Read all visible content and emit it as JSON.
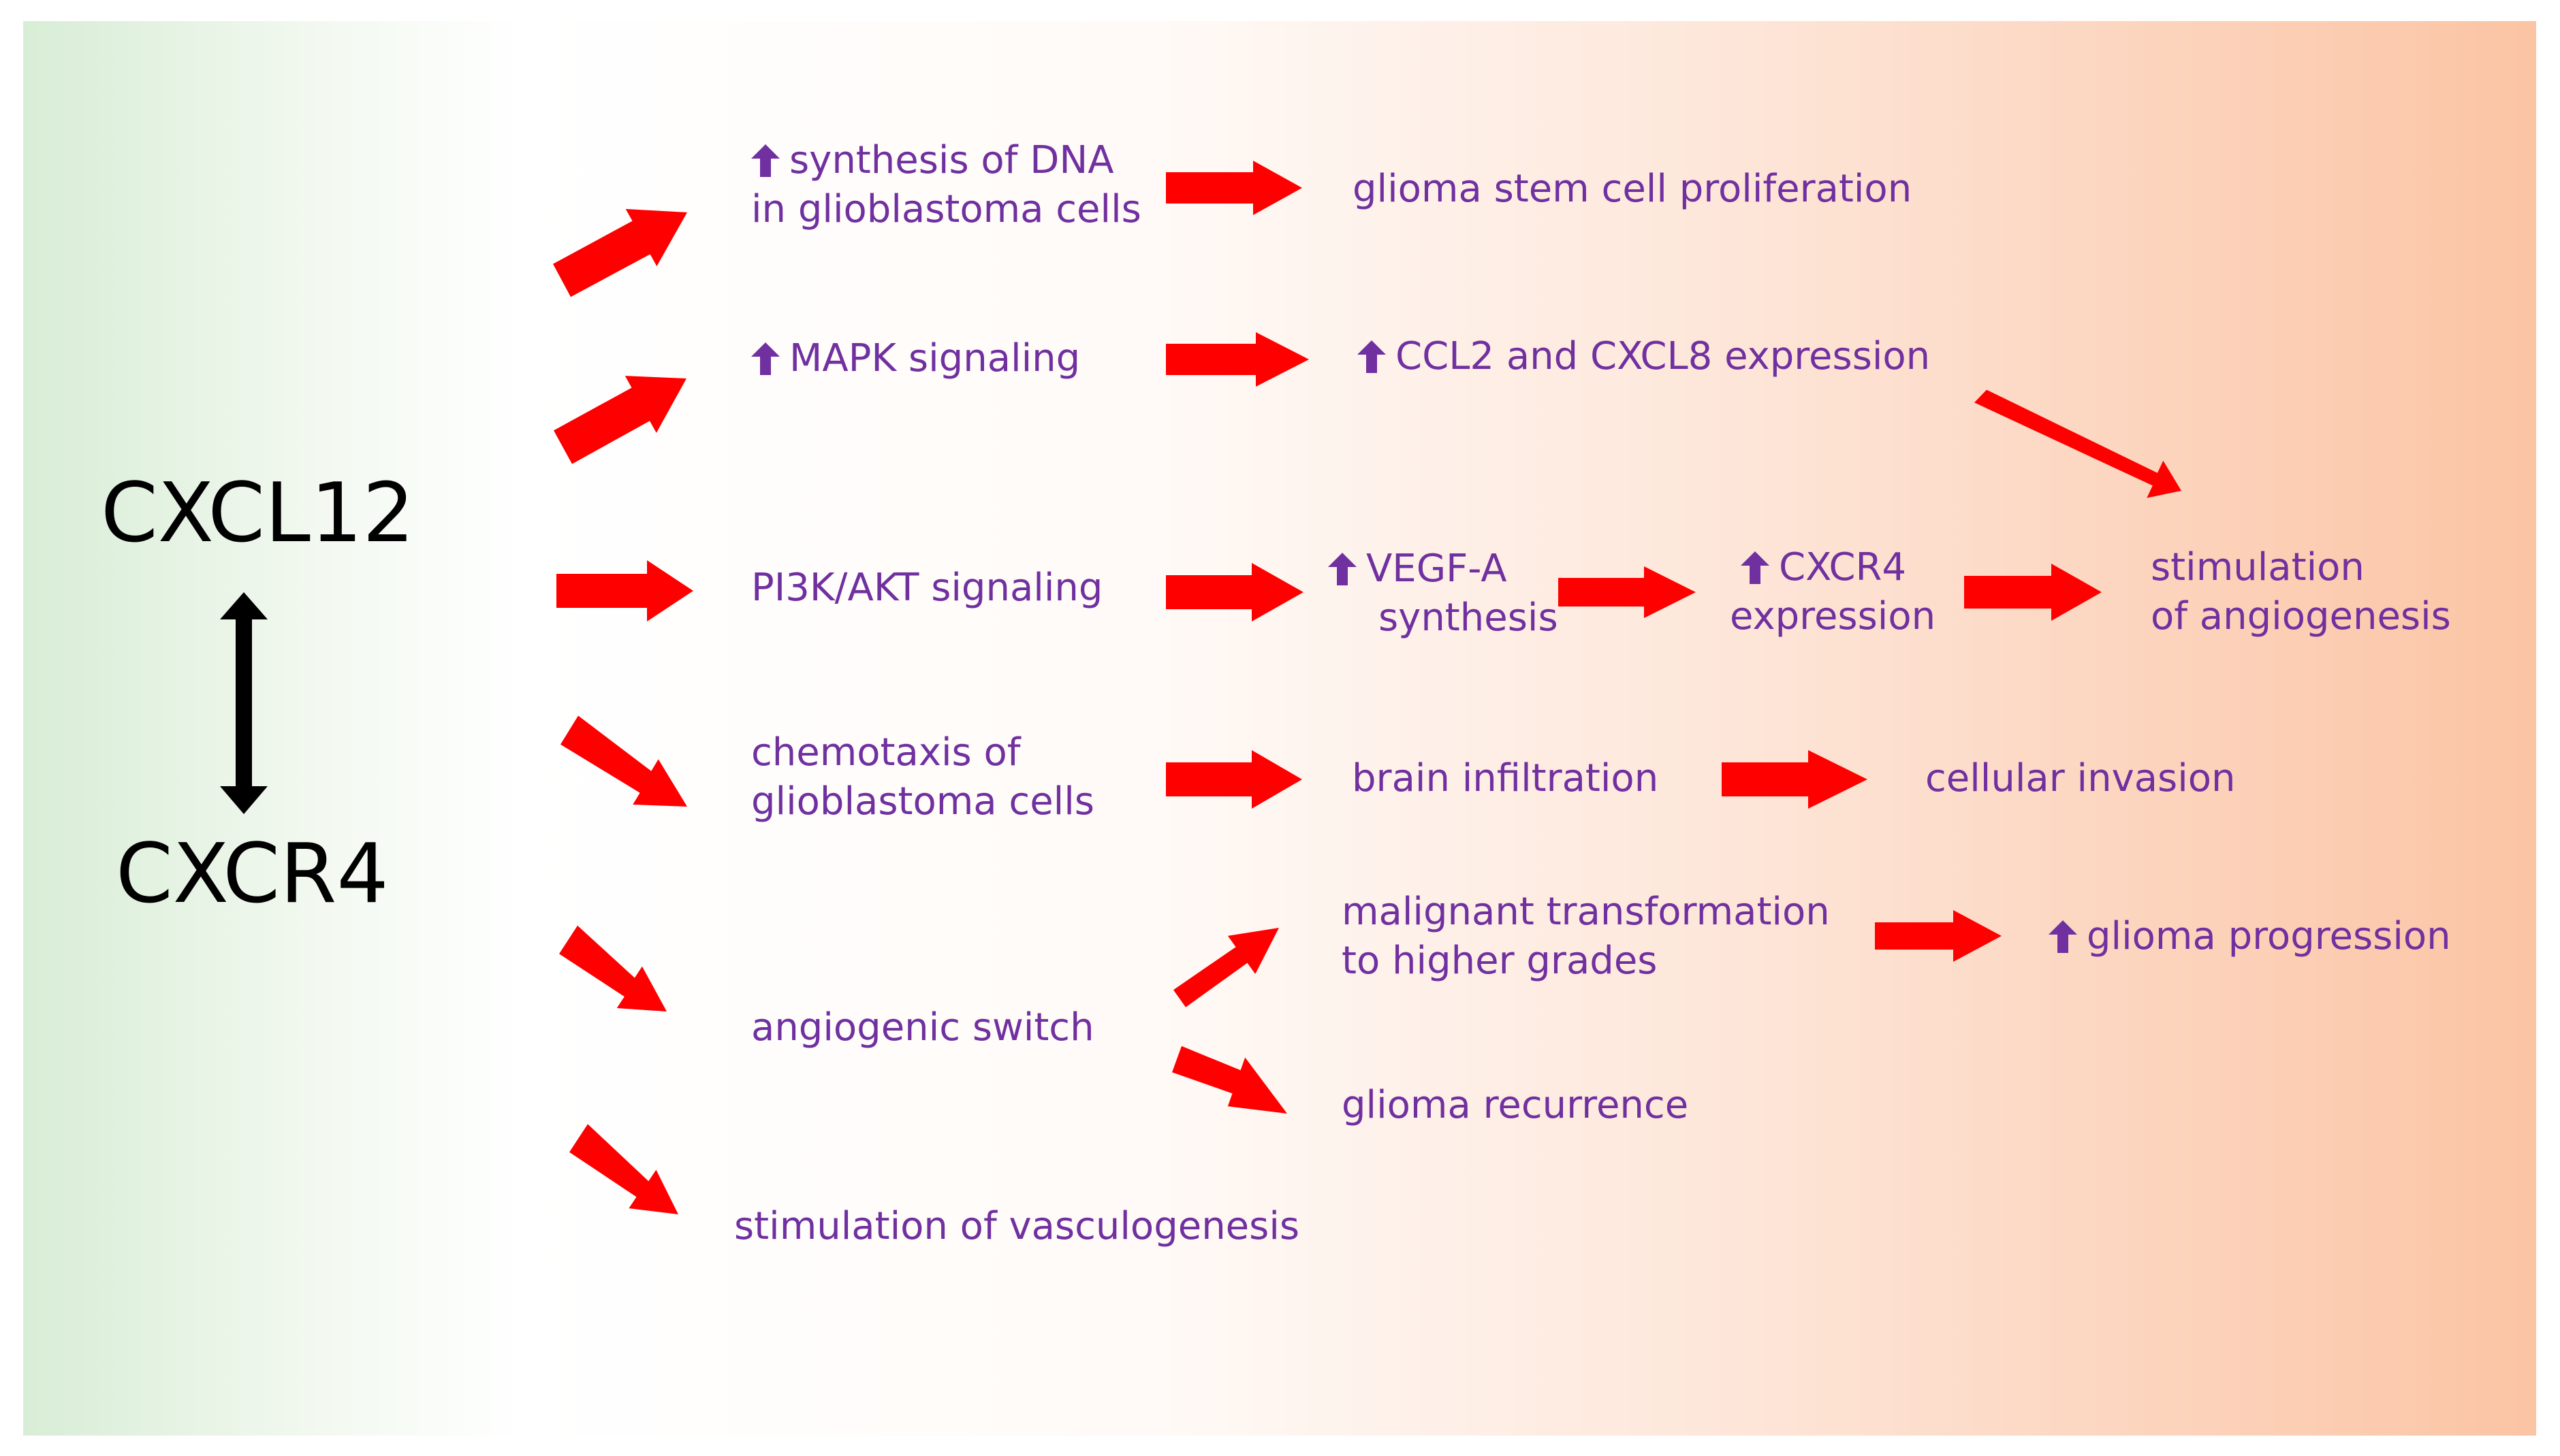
{
  "colors": {
    "text": "#7030a0",
    "arrow": "#ff0000",
    "main": "#000000"
  },
  "ligand": "CXCL12",
  "receptor": "CXCR4",
  "nodes": {
    "dna_synthesis": [
      "synthesis of DNA",
      "in glioblastoma cells"
    ],
    "stem_cell_proliferation": "glioma stem cell proliferation",
    "mapk": "MAPK signaling",
    "ccl2_cxcl8": "CCL2 and CXCL8 expression",
    "pi3k_akt": "PI3K/AKT signaling",
    "vegf_a": [
      "VEGF-A",
      "synthesis"
    ],
    "cxcr4_expression": [
      "CXCR4",
      "expression"
    ],
    "angiogenesis": [
      "stimulation",
      "of angiogenesis"
    ],
    "chemotaxis": [
      "chemotaxis of",
      "glioblastoma cells"
    ],
    "brain_infiltration": "brain infiltration",
    "cellular_invasion": "cellular invasion",
    "angiogenic_switch": "angiogenic switch",
    "malignant_transformation": [
      "malignant transformation",
      "to higher grades"
    ],
    "glioma_progression": "glioma progression",
    "glioma_recurrence": "glioma recurrence",
    "vasculogenesis": "stimulation of vasculogenesis"
  }
}
